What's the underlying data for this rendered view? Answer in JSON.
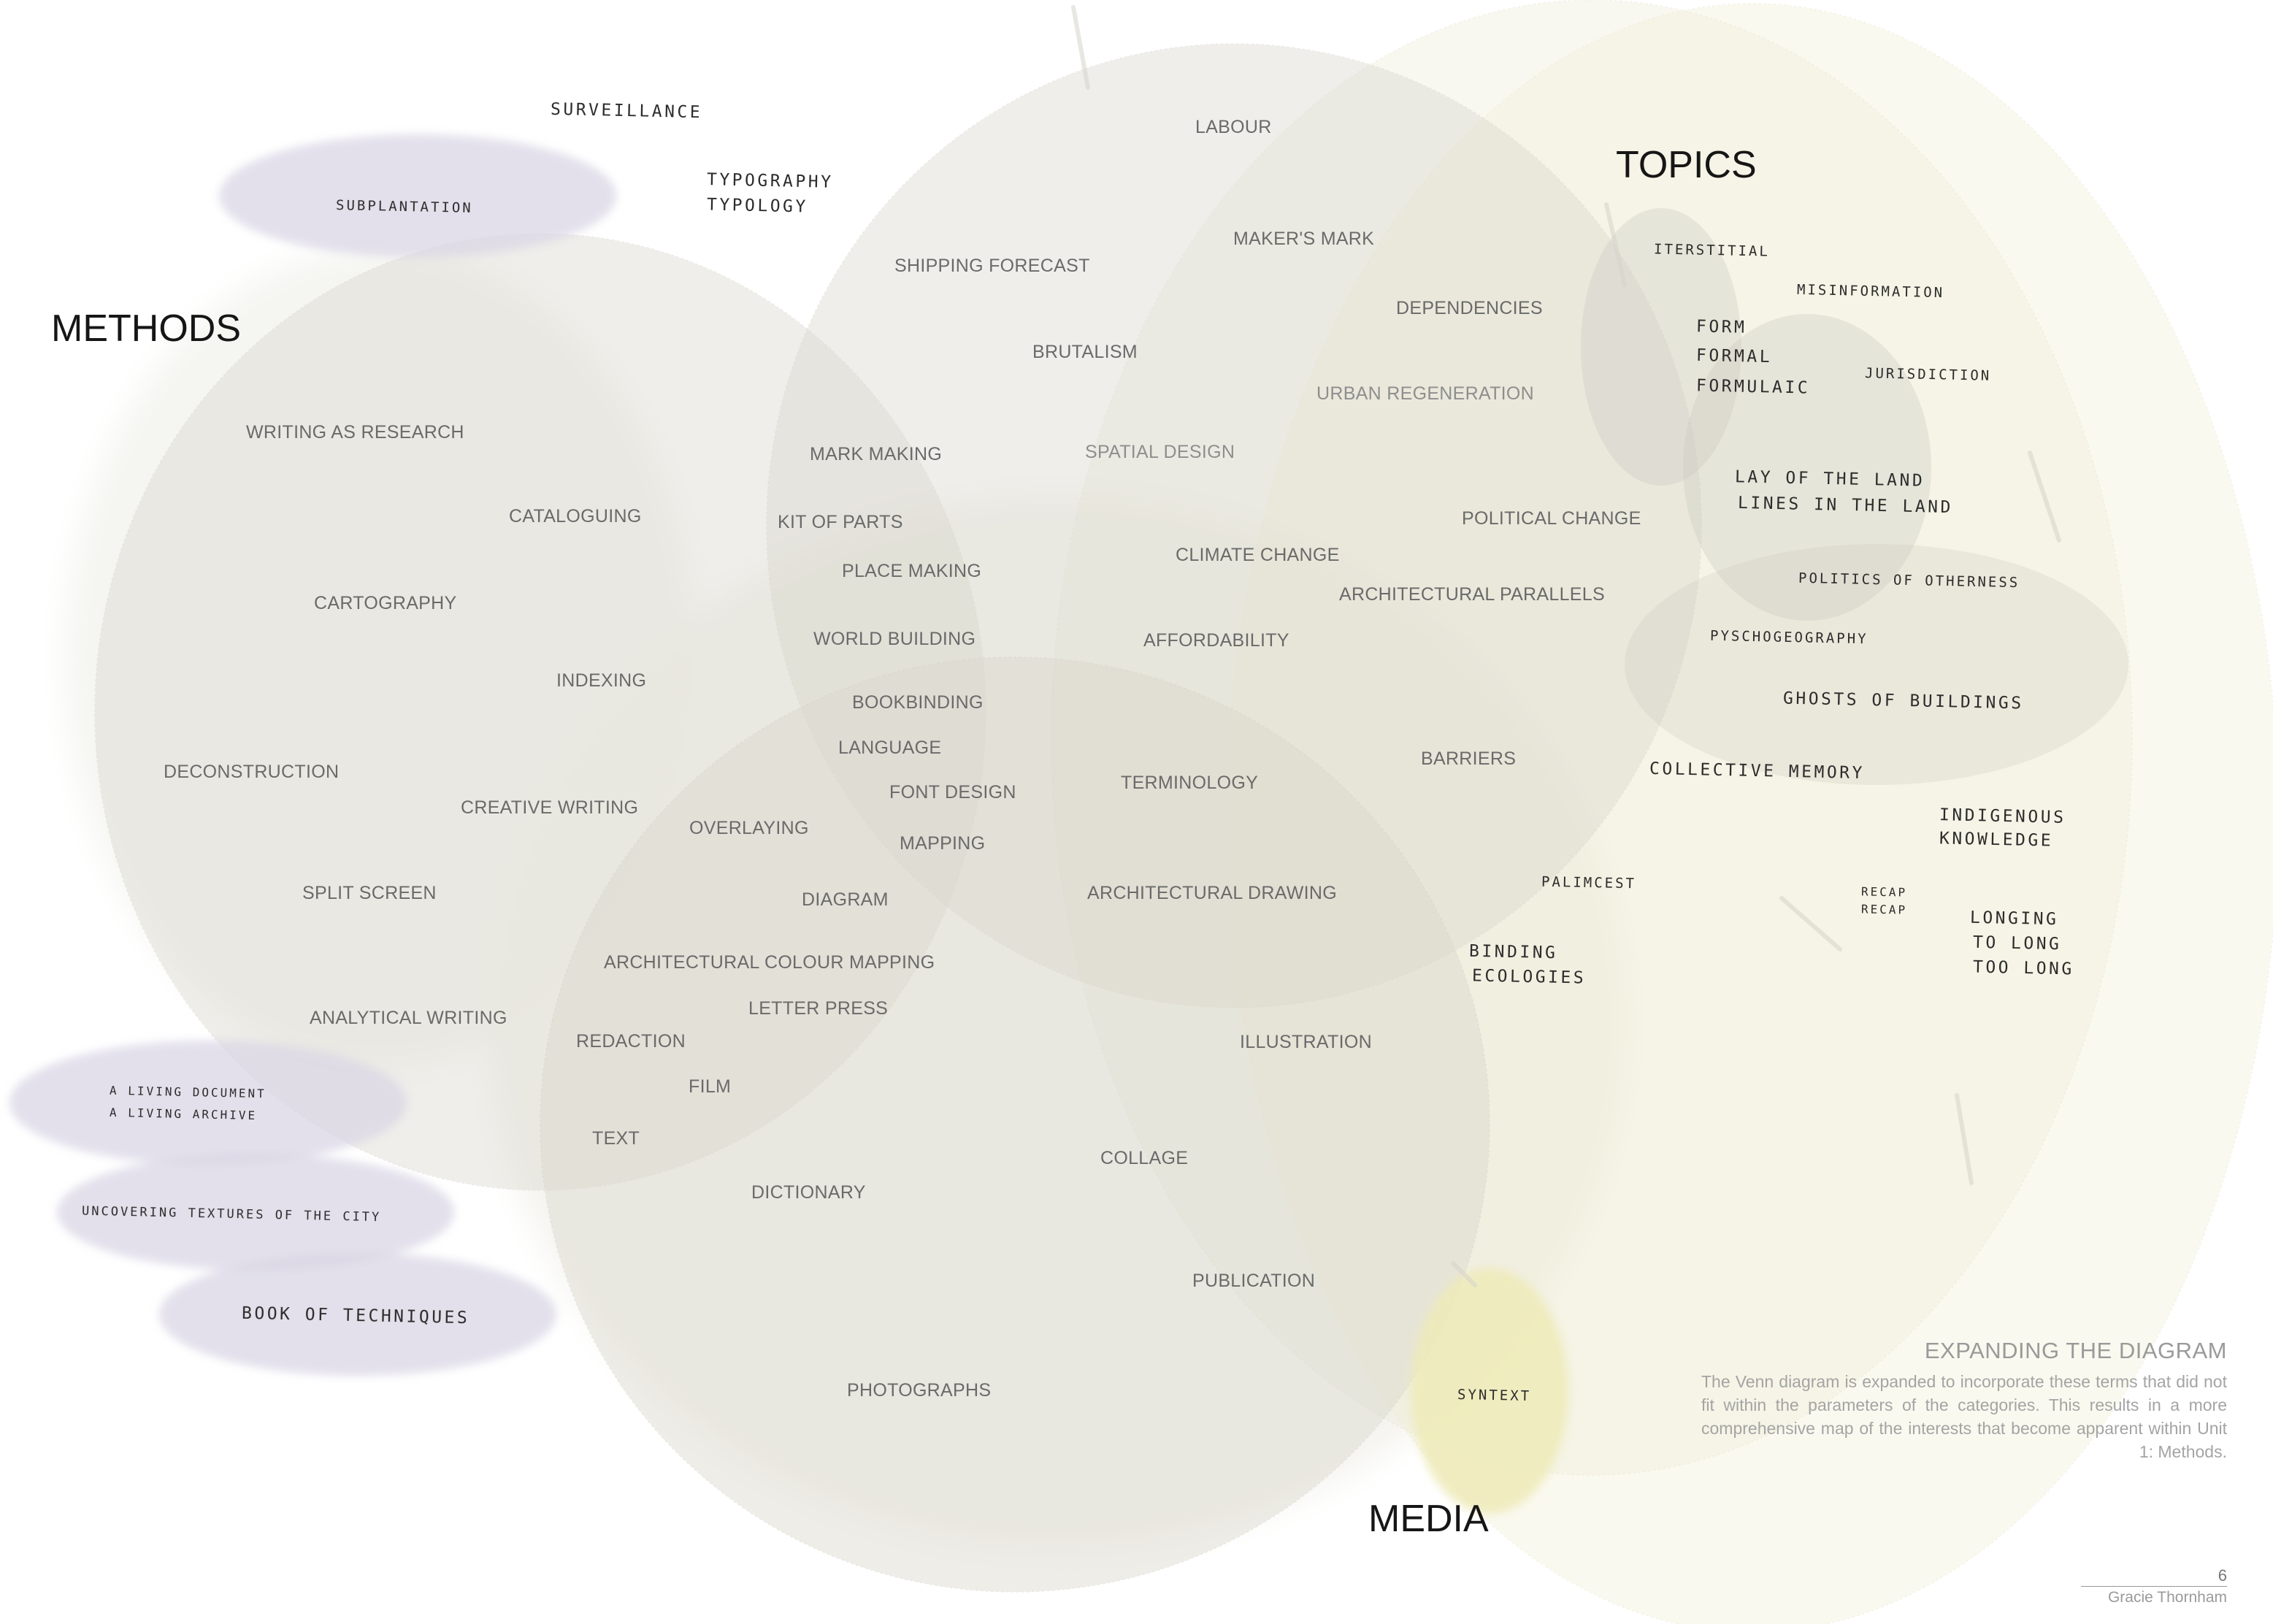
{
  "categories": {
    "methods": "METHODS",
    "topics": "TOPICS",
    "media": "MEDIA"
  },
  "terms": {
    "labour": "LABOUR",
    "makers_mark": "MAKER'S MARK",
    "shipping_forecast": "SHIPPING FORECAST",
    "dependencies": "DEPENDENCIES",
    "brutalism": "BRUTALISM",
    "urban_regeneration": "URBAN REGENERATION",
    "writing_as_research": "WRITING AS RESEARCH",
    "mark_making": "MARK MAKING",
    "spatial_design": "SPATIAL DESIGN",
    "cataloguing": "CATALOGUING",
    "kit_of_parts": "KIT OF PARTS",
    "political_change": "POLITICAL CHANGE",
    "climate_change": "CLIMATE CHANGE",
    "place_making": "PLACE MAKING",
    "architectural_parallels": "ARCHITECTURAL PARALLELS",
    "cartography": "CARTOGRAPHY",
    "world_building": "WORLD BUILDING",
    "affordability": "AFFORDABILITY",
    "indexing": "INDEXING",
    "bookbinding": "BOOKBINDING",
    "language": "LANGUAGE",
    "barriers": "BARRIERS",
    "deconstruction": "DECONSTRUCTION",
    "terminology": "TERMINOLOGY",
    "font_design": "FONT DESIGN",
    "creative_writing": "CREATIVE WRITING",
    "overlaying": "OVERLAYING",
    "mapping": "MAPPING",
    "split_screen": "SPLIT SCREEN",
    "diagram": "DIAGRAM",
    "architectural_drawing": "ARCHITECTURAL DRAWING",
    "architectural_colour_mapping": "ARCHITECTURAL COLOUR MAPPING",
    "letter_press": "LETTER PRESS",
    "analytical_writing": "ANALYTICAL WRITING",
    "redaction": "REDACTION",
    "illustration": "ILLUSTRATION",
    "film": "FILM",
    "text": "TEXT",
    "collage": "COLLAGE",
    "dictionary": "DICTIONARY",
    "publication": "PUBLICATION",
    "photographs": "PHOTOGRAPHS"
  },
  "handwritten": {
    "surveillance": "SURVEILLANCE",
    "typography": "TYPOGRAPHY",
    "typology": "TYPOLOGY",
    "subplantation": "SUBPLANTATION",
    "interstitial": "ITERSTITIAL",
    "misinformation": "MISINFORMATION",
    "form": "FORM",
    "formal": "FORMAL",
    "formulaic": "FORMULAIC",
    "jurisdiction": "JURISDICTION",
    "lay_of_the_land": "LAY OF THE LAND",
    "lines_in_the_land": "LINES IN THE LAND",
    "politics_of_otherness": "POLITICS OF   OTHERNESS",
    "psychogeography": "PYSCHOGEOGRAPHY",
    "ghosts_of_buildings": "GHOSTS  OF   BUILDINGS",
    "collective_memory": "COLLECTIVE MEMORY",
    "indigenous": "INDIGENOUS",
    "knowledge": "KNOWLEDGE",
    "palimpsest": "PALIMCEST",
    "recap_1": "RECAP",
    "recap_2": "RECAP",
    "longing_1": "LONGING",
    "longing_2": "TO LONG",
    "longing_3": "TOO LONG",
    "binding": "BINDING",
    "ecologies": "ECOLOGIES",
    "living_document": "A LIVING DOCUMENT",
    "living_archive": "A LIVING ARCHIVE",
    "uncovering_textures": "UNCOVERING TEXTURES   OF THE CITY",
    "book_of_techniques": "BOOK  OF  TECHNIQUES",
    "syntext": "SYNTEXT"
  },
  "note": {
    "title": "EXPANDING THE DIAGRAM",
    "body": "The Venn diagram is expanded  to incorporate these terms that did not fit within the parameters of the categories.  This results in  a more comprehensive map of the interests that become apparent within Unit 1: Methods."
  },
  "footer": {
    "page_number": "6",
    "author": "Gracie Thornham"
  },
  "colors": {
    "grey_circle_fill": "#d9d7cd",
    "yellow_circle_fill": "#efeccb",
    "lavender_blob_fill": "#dad6e4",
    "term_text": "#6a6a6a",
    "handwriting": "#2c2c2c"
  }
}
